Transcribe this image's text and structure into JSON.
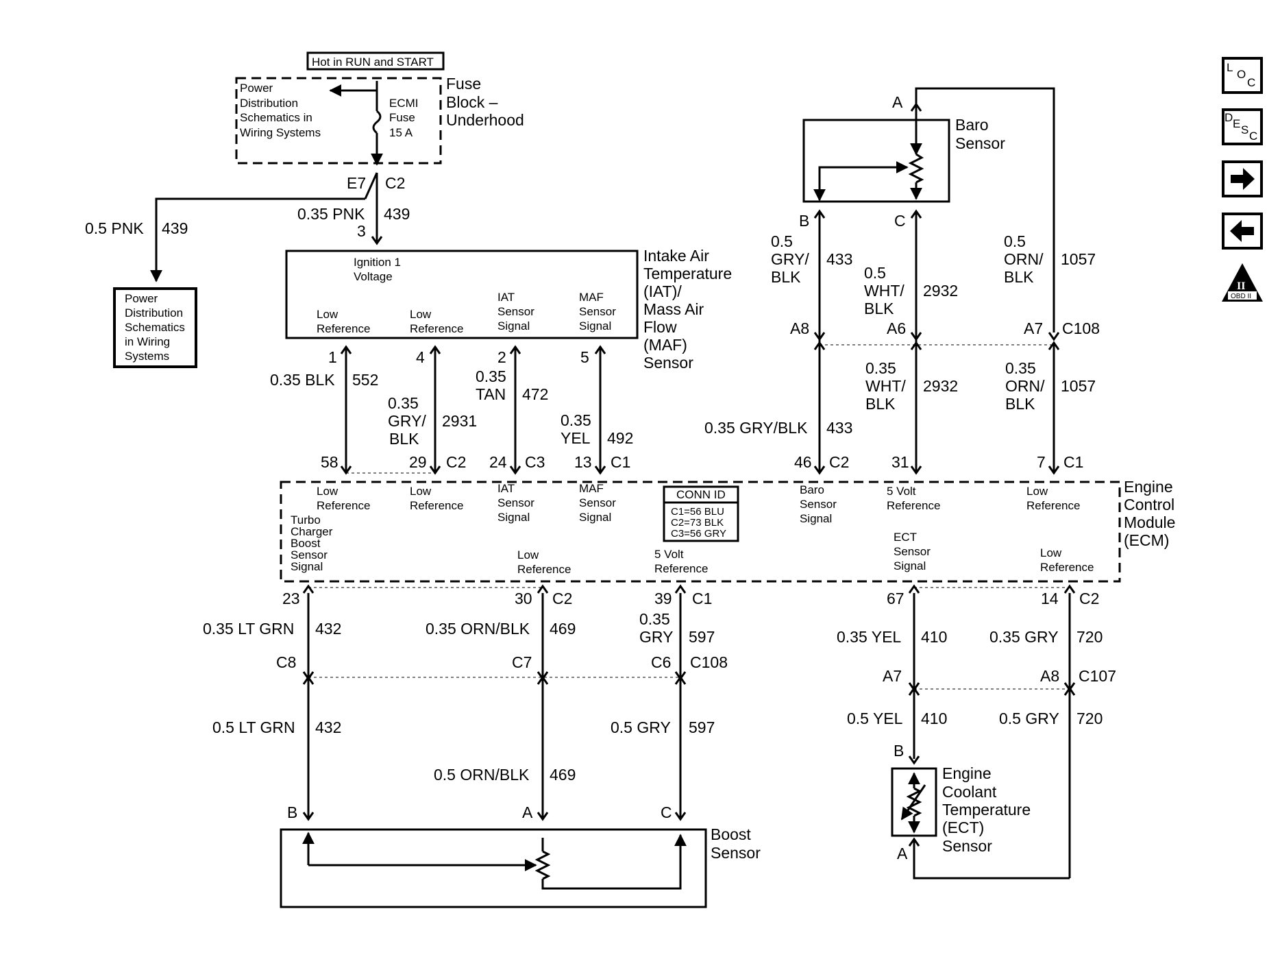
{
  "fuse_block": {
    "hot_label": "Hot in RUN and START",
    "power_dist_ref": [
      "Power",
      "Distribution",
      "Schematics in",
      "Wiring Systems"
    ],
    "fuse_name": [
      "ECMI",
      "Fuse",
      "15 A"
    ],
    "title": [
      "Fuse",
      "Block –",
      "Underhood"
    ],
    "conn_left": "E7",
    "conn_right": "C2"
  },
  "branch_wire": {
    "color": "0.5 PNK",
    "circuit": "439"
  },
  "branch_target": [
    "Power",
    "Distribution",
    "Schematics",
    "in Wiring",
    "Systems"
  ],
  "feed_wire": {
    "color": "0.35 PNK",
    "circuit": "439",
    "pin": "3"
  },
  "iat_maf": {
    "title": [
      "Intake Air",
      "Temperature",
      "(IAT)/",
      "Mass Air",
      "Flow",
      "(MAF)",
      "Sensor"
    ],
    "ignition": [
      "Ignition 1",
      "Voltage"
    ],
    "low_ref_1": [
      "Low",
      "Reference"
    ],
    "low_ref_2": [
      "Low",
      "Reference"
    ],
    "iat_signal": [
      "IAT",
      "Sensor",
      "Signal"
    ],
    "maf_signal": [
      "MAF",
      "Sensor",
      "Signal"
    ],
    "pins": [
      "1",
      "4",
      "2",
      "5"
    ]
  },
  "mid_wires": {
    "w1": {
      "color": "0.35 BLK",
      "circuit": "552"
    },
    "w2": {
      "color": [
        "0.35",
        "GRY/",
        "BLK"
      ],
      "circuit": "2931"
    },
    "w3": {
      "color": [
        "0.35",
        "TAN"
      ],
      "circuit": "472"
    },
    "w4": {
      "color": [
        "0.35",
        "YEL"
      ],
      "circuit": "492"
    },
    "ecm_pins": [
      "58",
      "29",
      "C2",
      "24",
      "C3",
      "13",
      "C1"
    ]
  },
  "baro": {
    "title": [
      "Baro",
      "Sensor"
    ],
    "pin_a": "A",
    "pin_b": "B",
    "pin_c": "C",
    "wire_b": {
      "color": [
        "0.5",
        "GRY/",
        "BLK"
      ],
      "circuit": "433"
    },
    "wire_c": {
      "color": [
        "0.5",
        "WHT/",
        "BLK"
      ],
      "circuit": "2932"
    },
    "wire_a": {
      "color": [
        "0.5",
        "ORN/",
        "BLK"
      ],
      "circuit": "1057"
    },
    "c108_pins": [
      "A8",
      "A6",
      "A7",
      "C108"
    ],
    "lower_c": {
      "color": [
        "0.35",
        "WHT/",
        "BLK"
      ],
      "circuit": "2932"
    },
    "lower_a": {
      "color": [
        "0.35",
        "ORN/",
        "BLK"
      ],
      "circuit": "1057"
    },
    "lower_b": {
      "color": "0.35 GRY/BLK",
      "circuit": "433"
    },
    "ecm_pins": [
      "46",
      "C2",
      "31",
      "7",
      "C1"
    ]
  },
  "ecm": {
    "title": [
      "Engine",
      "Control",
      "Module",
      "(ECM)"
    ],
    "low_ref_a": [
      "Low",
      "Reference"
    ],
    "low_ref_b": [
      "Low",
      "Reference"
    ],
    "iat_signal": [
      "IAT",
      "Sensor",
      "Signal"
    ],
    "maf_signal": [
      "MAF",
      "Sensor",
      "Signal"
    ],
    "baro_signal": [
      "Baro",
      "Sensor",
      "Signal"
    ],
    "five_volt_top": [
      "5 Volt",
      "Reference"
    ],
    "low_ref_top_right": [
      "Low",
      "Reference"
    ],
    "turbo": [
      "Turbo",
      "Charger",
      "Boost",
      "Sensor",
      "Signal"
    ],
    "low_ref_bottom": [
      "Low",
      "Reference"
    ],
    "five_volt_bottom": [
      "5 Volt",
      "Reference"
    ],
    "ect_signal": [
      "ECT",
      "Sensor",
      "Signal"
    ],
    "low_ref_bottom_right": [
      "Low",
      "Reference"
    ],
    "conn_id_title": "CONN ID",
    "conn_id_lines": [
      "C1=56 BLU",
      "C2=73 BLK",
      "C3=56 GRY"
    ]
  },
  "boost": {
    "ecm_pins": [
      "23",
      "30",
      "C2",
      "39",
      "C1"
    ],
    "w1": {
      "color": "0.35 LT GRN",
      "circuit": "432"
    },
    "w2": {
      "color": "0.35 ORN/BLK",
      "circuit": "469"
    },
    "w3": {
      "color": [
        "0.35",
        "GRY"
      ],
      "circuit": "597"
    },
    "inline_pins": [
      "C8",
      "C7",
      "C6",
      "C108"
    ],
    "w1b": {
      "color": "0.5 LT GRN",
      "circuit": "432"
    },
    "w2b": {
      "color": "0.5 ORN/BLK",
      "circuit": "469"
    },
    "w3b": {
      "color": "0.5 GRY",
      "circuit": "597"
    },
    "sensor_pins": [
      "B",
      "A",
      "C"
    ],
    "title": [
      "Boost",
      "Sensor"
    ]
  },
  "ect": {
    "ecm_pins": [
      "67",
      "14",
      "C2"
    ],
    "w1": {
      "color": "0.35 YEL",
      "circuit": "410"
    },
    "w2": {
      "color": "0.35 GRY",
      "circuit": "720"
    },
    "inline_pins": [
      "A7",
      "A8",
      "C107"
    ],
    "w1b": {
      "color": "0.5 YEL",
      "circuit": "410"
    },
    "w2b": {
      "color": "0.5 GRY",
      "circuit": "720"
    },
    "pin_b": "B",
    "pin_a": "A",
    "title": [
      "Engine",
      "Coolant",
      "Temperature",
      "(ECT)",
      "Sensor"
    ]
  },
  "nav": {
    "loc": [
      "L",
      "O",
      "C"
    ],
    "desc": [
      "D",
      "E",
      "S",
      "C"
    ],
    "next": "forward-arrow",
    "prev": "back-arrow",
    "obd": [
      "II",
      "OBD II"
    ]
  }
}
